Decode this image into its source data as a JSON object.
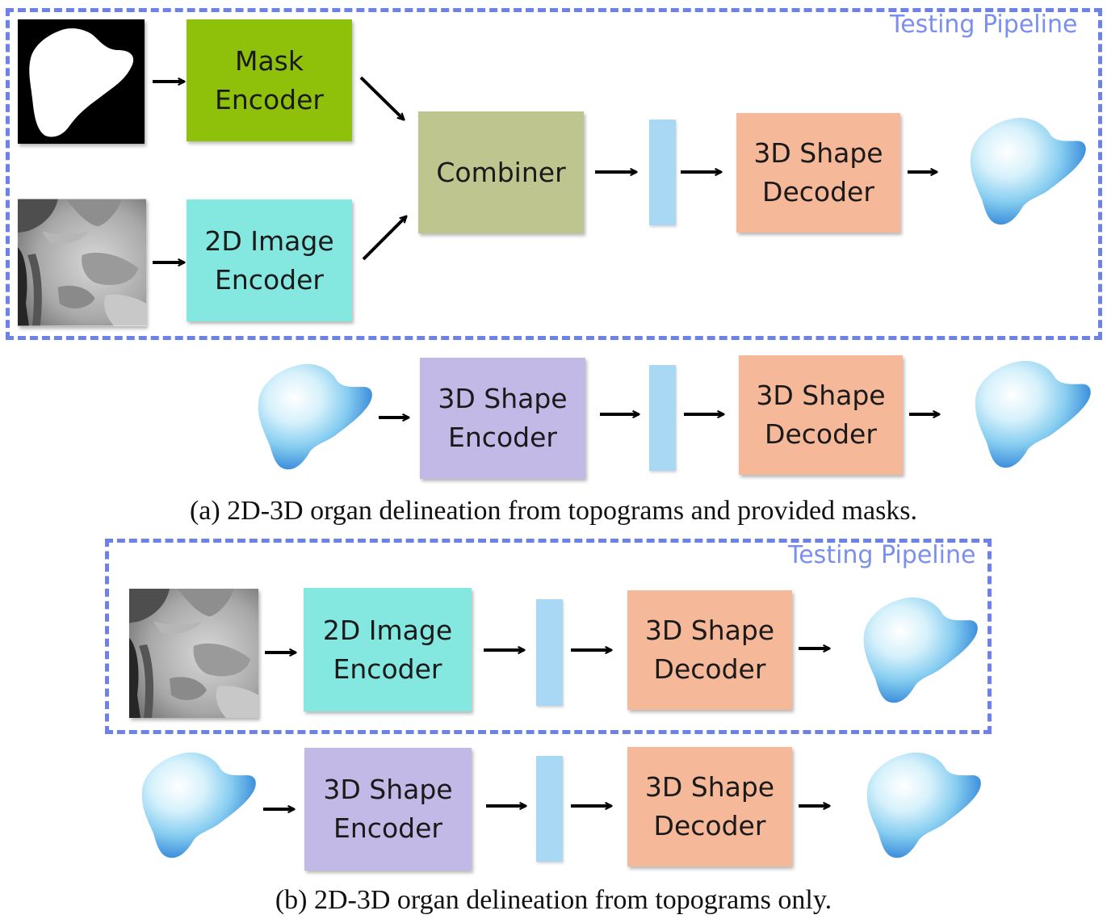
{
  "colors": {
    "mask_encoder": "#8fc10b",
    "image_encoder": "#84e8e0",
    "combiner": "#bfc58f",
    "shape_encoder": "#c2b9e6",
    "shape_decoder": "#f5b898",
    "latent": "#a9d8f4",
    "frame": "#6c82e8"
  },
  "icons": [
    "mask-image",
    "topogram-image",
    "liver-3d-icon",
    "arrow-icon"
  ],
  "section_a": {
    "frame_label": "Testing Pipeline",
    "mask_encoder": "Mask\nEncoder",
    "image_encoder": "2D Image\nEncoder",
    "combiner": "Combiner",
    "decoder": "3D Shape\nDecoder",
    "shape_encoder": "3D Shape\nEncoder",
    "decoder2": "3D Shape\nDecoder",
    "caption": "(a) 2D-3D organ delineation from topograms and provided masks."
  },
  "section_b": {
    "frame_label": "Testing Pipeline",
    "image_encoder": "2D Image\nEncoder",
    "decoder": "3D Shape\nDecoder",
    "shape_encoder": "3D Shape\nEncoder",
    "decoder2": "3D Shape\nDecoder",
    "caption": "(b) 2D-3D organ delineation from topograms only."
  }
}
